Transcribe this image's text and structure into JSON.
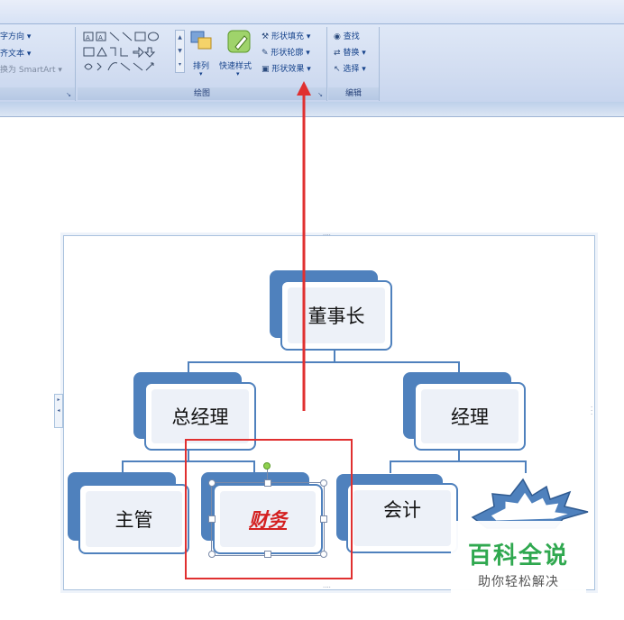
{
  "ribbon": {
    "text_group": {
      "text_direction": "字方向 ▾",
      "align_text": "齐文本 ▾",
      "convert_smartart": "换为 SmartArt ▾"
    },
    "drawing_group": {
      "arrange_label": "排列",
      "quick_styles_label": "快速样式",
      "shape_fill": "形状填充 ▾",
      "shape_outline": "形状轮廓 ▾",
      "shape_effects": "形状效果 ▾",
      "group_label": "绘图"
    },
    "editing_group": {
      "find": "查找",
      "replace": "替换 ▾",
      "select": "选择 ▾",
      "group_label": "编辑"
    }
  },
  "org_chart": {
    "nodes": {
      "chairman": "董事长",
      "general_manager": "总经理",
      "manager": "经理",
      "supervisor": "主管",
      "finance": "财务",
      "accountant": "会计"
    }
  },
  "watermark": {
    "title": "百科全说",
    "subtitle": "助你轻松解决"
  },
  "colors": {
    "ribbon_text": "#15428b",
    "node_accent": "#4f81bd",
    "highlight_red": "#e03030",
    "finance_text": "#d42020",
    "watermark_green": "#2fa84f"
  }
}
